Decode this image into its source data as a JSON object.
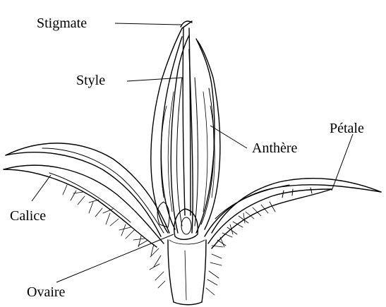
{
  "labels": {
    "stigmate": "Stigmate",
    "style": "Style",
    "anthere": "Anthère",
    "petale": "Pétale",
    "calice": "Calice",
    "ovaire": "Ovaire"
  },
  "colors": {
    "ink": "#000000",
    "background": "#ffffff"
  }
}
